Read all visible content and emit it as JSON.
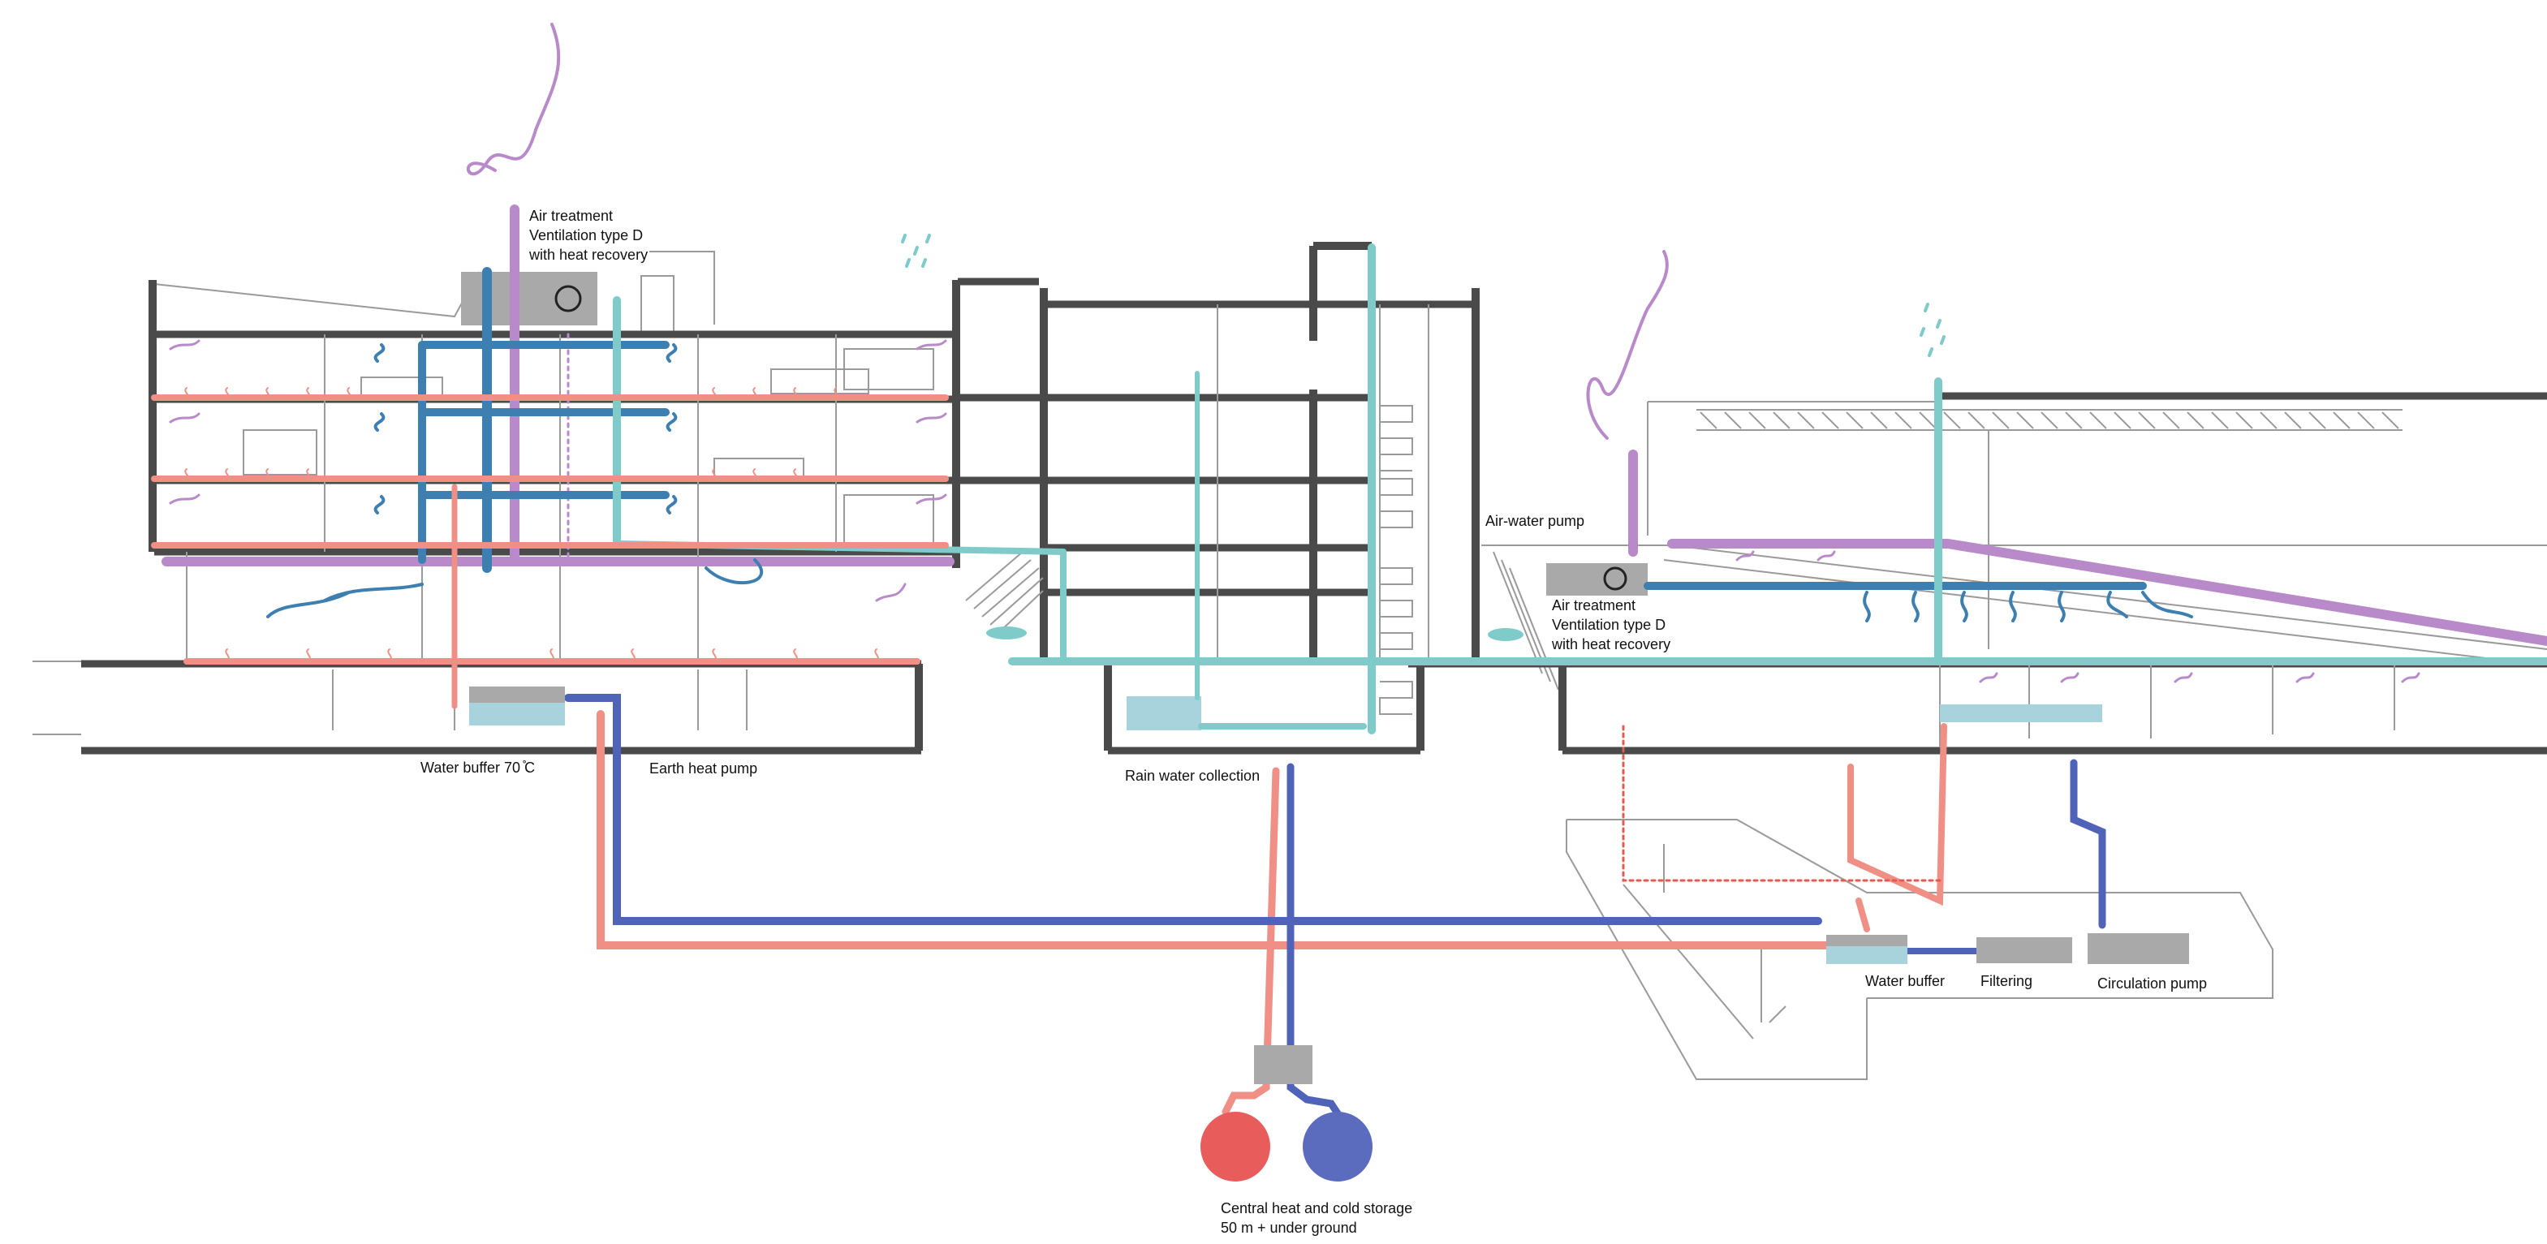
{
  "labels": {
    "air_treatment_left": [
      "Air treatment",
      "Ventilation type D",
      "with heat recovery"
    ],
    "air_treatment_right": [
      "Air treatment",
      "Ventilation type D",
      "with heat recovery"
    ],
    "water_buffer_70": "Water buffer 70 ̊C",
    "earth_heat_pump": "Earth heat pump",
    "rain_water_collection": "Rain water collection",
    "air_water_pump": "Air-water pump",
    "water_buffer": "Water buffer",
    "filtering": "Filtering",
    "circulation_pump": "Circulation pump",
    "central_storage": [
      "Central heat and cold storage",
      "50 m + under ground"
    ]
  },
  "colors": {
    "exhaust_air": "#b98ac9",
    "supply_air": "#3d7fb0",
    "fresh_water": "#7ecbc9",
    "warm_water": "#ef8f86",
    "cold_water": "#4f63b8",
    "heat_storage": "#e85c5c",
    "cold_storage": "#5b6bbd",
    "equipment": "#a9a9a9",
    "water_tank": "#a9d3dc",
    "structure": "#4a4a4a"
  }
}
